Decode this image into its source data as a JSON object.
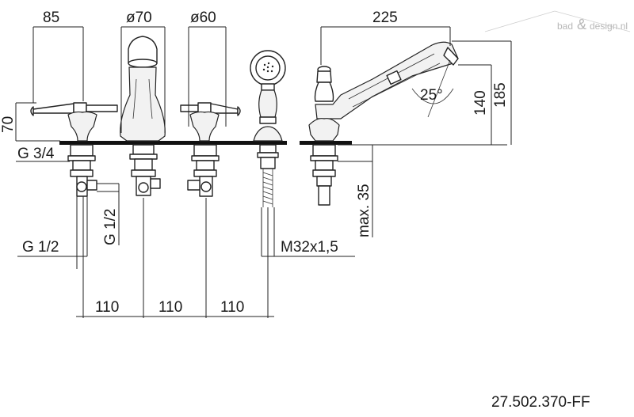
{
  "watermark": {
    "left": "bad",
    "amp": "&",
    "right": "design.nl"
  },
  "product_code": "27.502.370-FF",
  "dimensions": {
    "handle_offset": "85",
    "spout_diameter": "ø70",
    "handshower_diameter": "ø60",
    "tub_spout_length": "225",
    "spout_angle": "25°",
    "spout_height_140": "140",
    "overall_height_185": "185",
    "handle_height_70": "70",
    "thread_g34": "G 3/4",
    "thread_g12_left": "G 1/2",
    "thread_g12_vertical": "G 1/2",
    "hose_thread": "M32x1,5",
    "deck_max": "max. 35",
    "spacing_1": "110",
    "spacing_2": "110",
    "spacing_3": "110"
  },
  "colors": {
    "line": "#222222",
    "deck": "#111111",
    "text": "#1a1a1a",
    "watermark": "#b8b8b8"
  }
}
